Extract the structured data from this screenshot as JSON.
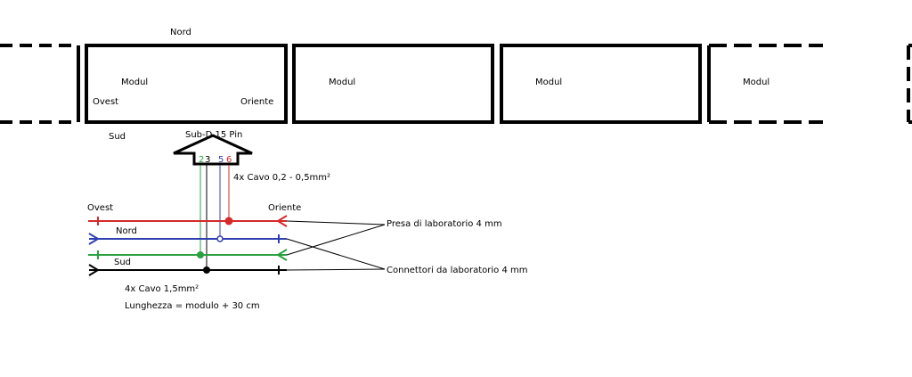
{
  "colors": {
    "red": "#d42a2a",
    "blue": "#3040b0",
    "green": "#2aa040",
    "black": "#000000",
    "pin2": "#2aa040",
    "pin3": "#000000",
    "pin5": "#3040b0",
    "pin6": "#d42a2a"
  },
  "modules": {
    "north_label": "Nord",
    "south_label": "Sud",
    "west_label": "Ovest",
    "east_label": "Oriente",
    "module_label": "Modul",
    "connector_label": "Sub-D 15 Pin"
  },
  "pins": {
    "p2": "2",
    "p3": "3",
    "p5": "5",
    "p6": "6"
  },
  "wiring": {
    "thin_cable": "4x Cavo 0,2 - 0,5mm²",
    "west": "Ovest",
    "east": "Oriente",
    "north": "Nord",
    "south": "Sud",
    "thick_cable": "4x Cavo 1,5mm²",
    "length": "Lunghezza = modulo + 30 cm",
    "socket_callout": "Presa di laboratorio 4 mm",
    "plug_callout": "Connettori da laboratorio 4 mm"
  }
}
